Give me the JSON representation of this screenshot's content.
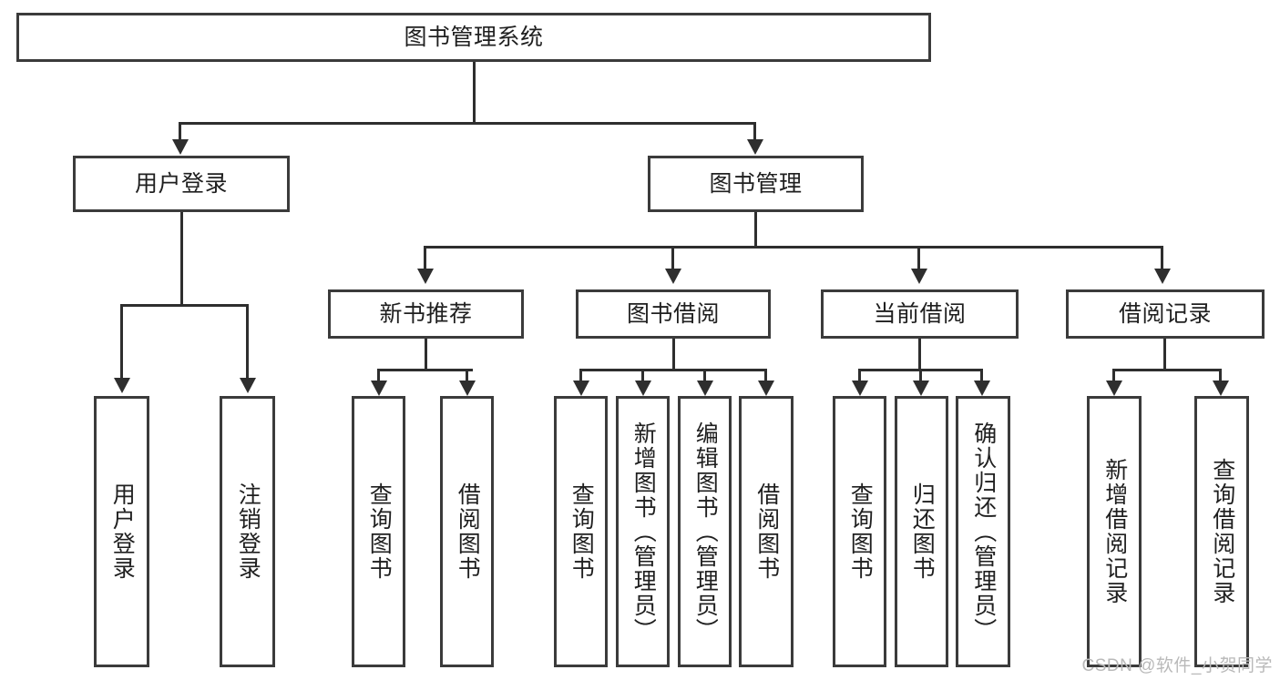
{
  "diagram": {
    "title": "图书管理系统",
    "watermark": "CSDN @软件_小贺同学",
    "root": {
      "label": "图书管理系统"
    },
    "level2": [
      {
        "label": "用户登录"
      },
      {
        "label": "图书管理"
      }
    ],
    "level3": [
      {
        "label": "新书推荐"
      },
      {
        "label": "图书借阅"
      },
      {
        "label": "当前借阅"
      },
      {
        "label": "借阅记录"
      }
    ],
    "leaves": {
      "user_login": [
        {
          "label": "用户登录"
        },
        {
          "label": "注销登录"
        }
      ],
      "new_book_recommend": [
        {
          "label": "查询图书"
        },
        {
          "label": "借阅图书"
        }
      ],
      "book_borrow": [
        {
          "label": "查询图书"
        },
        {
          "label": "新增图书（管理员）"
        },
        {
          "label": "编辑图书（管理员）"
        },
        {
          "label": "借阅图书"
        }
      ],
      "current_borrow": [
        {
          "label": "查询图书"
        },
        {
          "label": "归还图书"
        },
        {
          "label": "确认归还（管理员）"
        }
      ],
      "borrow_record": [
        {
          "label": "新增借阅记录"
        },
        {
          "label": "查询借阅记录"
        }
      ]
    },
    "colors": {
      "box_border": "#3b3b3b",
      "connector": "#2e2e2e",
      "background": "#ffffff",
      "text": "#1f1f1f",
      "watermark": "#b9b9b9"
    }
  }
}
